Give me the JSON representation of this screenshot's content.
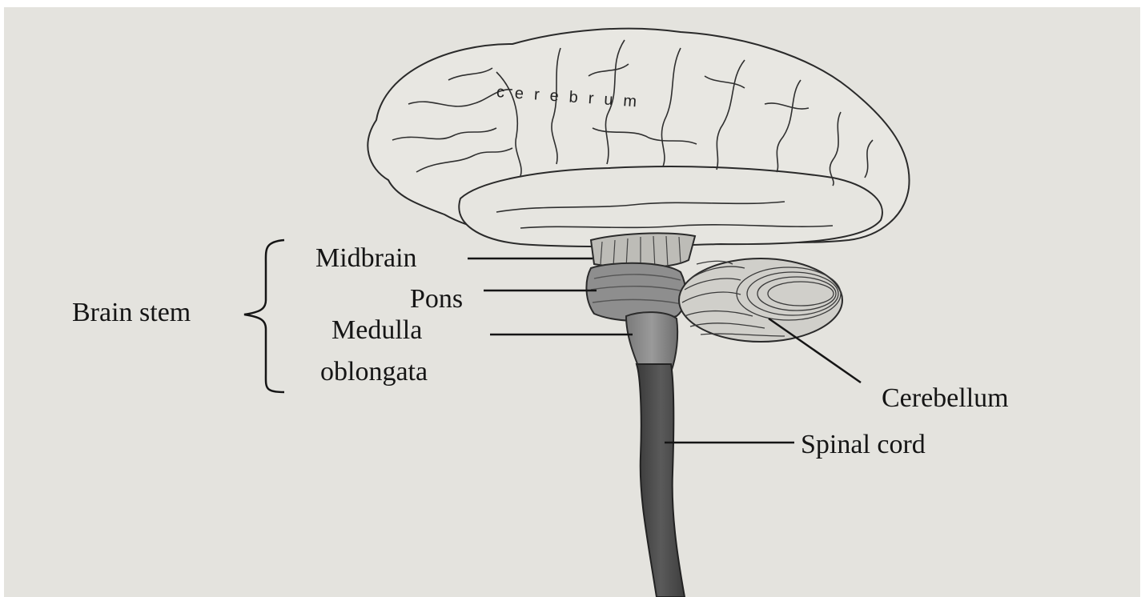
{
  "diagram": {
    "cerebrum_label": "cerebrum",
    "midbrain_label": "Midbrain",
    "pons_label": "Pons",
    "brain_stem_label": "Brain stem",
    "medulla_label_line1": "Medulla",
    "medulla_label_line2": "oblongata",
    "cerebellum_label": "Cerebellum",
    "spinal_cord_label": "Spinal cord"
  },
  "colors": {
    "paper": "#e4e3de",
    "ink": "#151515",
    "cord": "#4a4a4a"
  }
}
